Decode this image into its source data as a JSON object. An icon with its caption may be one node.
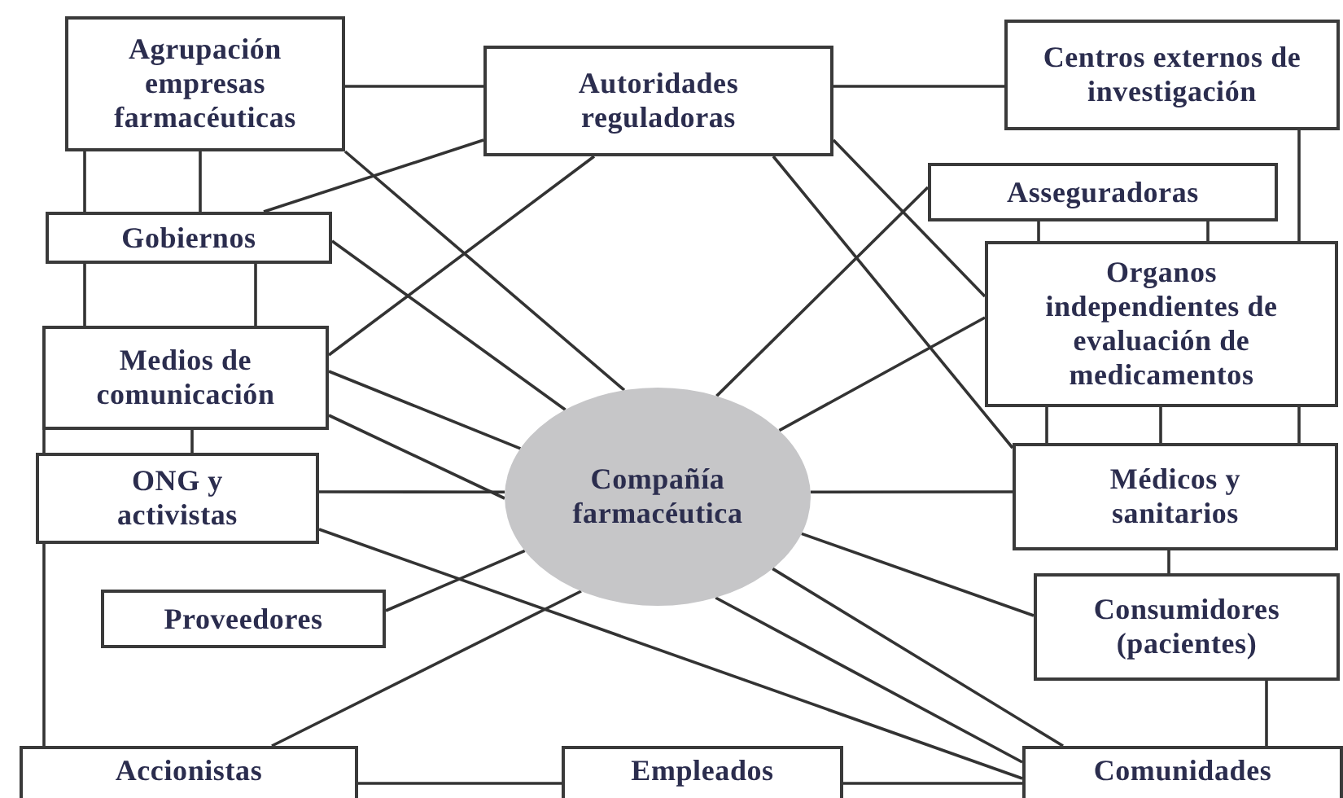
{
  "diagram": {
    "nodes": [
      {
        "text": [
          "Agrupación empresas farmacéuticas"
        ]
      },
      {
        "text": [
          "Autoridades reguladoras"
        ]
      },
      {
        "text": [
          "Centros externos de investigación"
        ]
      },
      {
        "text": [
          "Gobiernos"
        ]
      },
      {
        "text": [
          "Asseguradoras"
        ]
      },
      {
        "text": [
          "Medios de comunicación"
        ]
      },
      {
        "text": [
          "Organos independientes de evaluación de medicamentos"
        ]
      },
      {
        "text": [
          "Compañía farmacéutica"
        ]
      },
      {
        "text": [
          "ONG y activistas"
        ]
      },
      {
        "text": [
          "Médicos y sanitarios"
        ]
      },
      {
        "text": [
          "Proveedores"
        ]
      },
      {
        "text": [
          "Consumidores (pacientes)"
        ]
      },
      {
        "text": [
          "Accionistas"
        ]
      },
      {
        "text": [
          "Empleados"
        ]
      },
      {
        "text": [
          "Comunidades"
        ]
      }
    ],
    "edges": [
      {
        "from": 0,
        "to": 1,
        "arrow": "none"
      },
      {
        "from": 1,
        "to": 2,
        "arrow": "none"
      },
      {
        "from": 0,
        "to": 3,
        "arrow": "none"
      },
      {
        "from": 0,
        "to": 3,
        "arrow": "none"
      },
      {
        "from": 1,
        "to": 3,
        "arrow": "none"
      },
      {
        "from": 0,
        "to": 7,
        "arrow": "none"
      },
      {
        "from": 3,
        "to": 5,
        "arrow": "none"
      },
      {
        "from": 3,
        "to": 5,
        "arrow": "none"
      },
      {
        "from": 3,
        "to": 7,
        "arrow": "none"
      },
      {
        "from": 1,
        "to": 5,
        "arrow": "none"
      },
      {
        "from": 1,
        "to": 6,
        "arrow": "none"
      },
      {
        "from": 1,
        "to": 9,
        "arrow": "none"
      },
      {
        "from": 2,
        "to": 6,
        "arrow": "none"
      },
      {
        "from": 4,
        "to": 6,
        "arrow": "none"
      },
      {
        "from": 4,
        "to": 6,
        "arrow": "none"
      },
      {
        "from": 4,
        "to": 7,
        "arrow": "none"
      },
      {
        "from": 5,
        "to": 7,
        "arrow": "none"
      },
      {
        "from": 5,
        "to": 7,
        "arrow": "none"
      },
      {
        "from": 6,
        "to": 7,
        "arrow": "none"
      },
      {
        "from": 6,
        "to": 9,
        "arrow": "none"
      },
      {
        "from": 6,
        "to": 9,
        "arrow": "none"
      },
      {
        "from": 6,
        "to": 9,
        "arrow": "none"
      },
      {
        "from": 5,
        "to": 8,
        "arrow": "none"
      },
      {
        "from": 5,
        "to": 8,
        "arrow": "none"
      },
      {
        "from": 8,
        "to": 7,
        "arrow": "none"
      },
      {
        "from": 7,
        "to": 9,
        "arrow": "none"
      },
      {
        "from": 8,
        "to": 14,
        "arrow": "none"
      },
      {
        "from": 10,
        "to": 7,
        "arrow": "none"
      },
      {
        "from": 7,
        "to": 11,
        "arrow": "none"
      },
      {
        "from": 7,
        "to": 14,
        "arrow": "none"
      },
      {
        "from": 9,
        "to": 11,
        "arrow": "none"
      },
      {
        "from": 12,
        "to": 7,
        "arrow": "none"
      },
      {
        "from": 8,
        "to": 12,
        "arrow": "none"
      },
      {
        "from": 11,
        "to": 14,
        "arrow": "none"
      },
      {
        "from": 12,
        "to": 13,
        "arrow": "none"
      },
      {
        "from": 13,
        "to": 14,
        "arrow": "none"
      },
      {
        "from": 7,
        "to": 14,
        "arrow": "none"
      }
    ]
  }
}
